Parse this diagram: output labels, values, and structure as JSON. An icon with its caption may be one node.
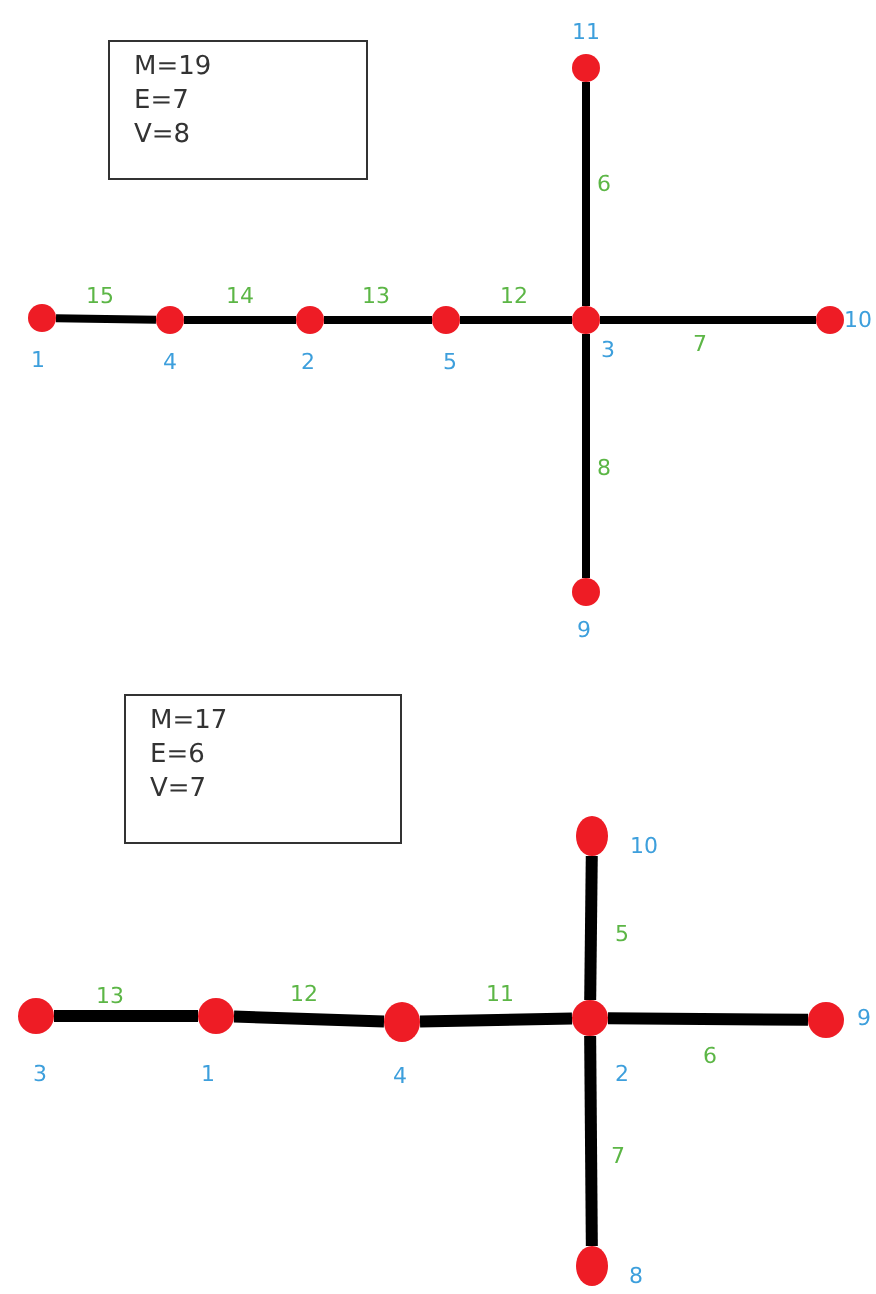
{
  "diagram": {
    "nodes": [
      {
        "text": [
          "M=19",
          "E=7",
          "V=8"
        ]
      },
      {
        "text": [],
        "shape": "circle",
        "beside": [
          "11"
        ]
      },
      {
        "text": [],
        "shape": "circle",
        "beside": [
          "1"
        ]
      },
      {
        "text": [],
        "shape": "circle",
        "beside": [
          "4"
        ]
      },
      {
        "text": [],
        "shape": "circle",
        "beside": [
          "2"
        ]
      },
      {
        "text": [],
        "shape": "circle",
        "beside": [
          "5"
        ]
      },
      {
        "text": [],
        "shape": "circle",
        "beside": [
          "3"
        ]
      },
      {
        "text": [],
        "shape": "circle",
        "beside": [
          "10"
        ]
      },
      {
        "text": [],
        "shape": "circle",
        "beside": [
          "9"
        ]
      },
      {
        "text": [
          "M=17",
          "E=6",
          "V=7"
        ]
      },
      {
        "text": [],
        "shape": "circle",
        "beside": [
          "10"
        ]
      },
      {
        "text": [],
        "shape": "circle",
        "beside": [
          "3"
        ]
      },
      {
        "text": [],
        "shape": "circle",
        "beside": [
          "1"
        ]
      },
      {
        "text": [],
        "shape": "circle",
        "beside": [
          "4"
        ]
      },
      {
        "text": [],
        "shape": "circle",
        "beside": [
          "2"
        ]
      },
      {
        "text": [],
        "shape": "circle",
        "beside": [
          "9"
        ]
      },
      {
        "text": [],
        "shape": "circle",
        "beside": [
          "8"
        ]
      }
    ],
    "edges": [
      {
        "from": 2,
        "to": 3,
        "arrow": "none",
        "label": "15"
      },
      {
        "from": 3,
        "to": 4,
        "arrow": "none",
        "label": "14"
      },
      {
        "from": 4,
        "to": 5,
        "arrow": "none",
        "label": "13"
      },
      {
        "from": 5,
        "to": 6,
        "arrow": "none",
        "label": "12"
      },
      {
        "from": 6,
        "to": 7,
        "arrow": "none",
        "label": "7"
      },
      {
        "from": 1,
        "to": 6,
        "arrow": "none",
        "label": "6"
      },
      {
        "from": 6,
        "to": 8,
        "arrow": "none",
        "label": "8"
      },
      {
        "from": 11,
        "to": 12,
        "arrow": "none",
        "label": "13"
      },
      {
        "from": 12,
        "to": 13,
        "arrow": "none",
        "label": "12"
      },
      {
        "from": 13,
        "to": 14,
        "arrow": "none",
        "label": "11"
      },
      {
        "from": 10,
        "to": 14,
        "arrow": "none",
        "label": "5"
      },
      {
        "from": 14,
        "to": 15,
        "arrow": "none",
        "label": "6"
      },
      {
        "from": 14,
        "to": 16,
        "arrow": "none",
        "label": "7"
      }
    ]
  }
}
